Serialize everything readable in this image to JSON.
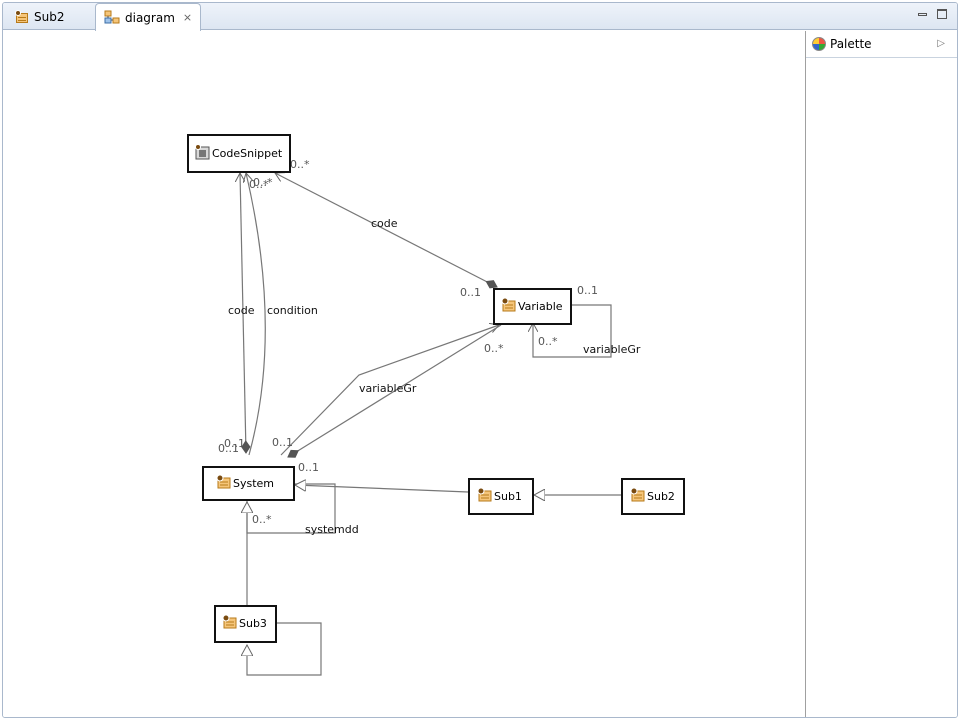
{
  "tabs": [
    {
      "label": "Sub2",
      "active": false
    },
    {
      "label": "diagram",
      "active": true,
      "closable": true
    }
  ],
  "palette": {
    "title": "Palette"
  },
  "diagram": {
    "classes": {
      "codesnippet": "CodeSnippet",
      "variable": "Variable",
      "system": "System",
      "sub1": "Sub1",
      "sub2": "Sub2",
      "sub3": "Sub3"
    },
    "labels": {
      "code_left": "code",
      "condition": "condition",
      "code_top": "code",
      "variableGr_self": "variableGr",
      "variableGr_sys": "variableGr",
      "systemdd": "systemdd",
      "m_cs_1": "0..*",
      "m_cs_2": "0..*",
      "m_cs_3": "0..*",
      "m_var_01a": "0..1",
      "m_var_01b": "0..1",
      "m_var_star_a": "0..*",
      "m_var_star_b": "0..*",
      "m_sys_01a": "0..1",
      "m_sys_01b": "0..1",
      "m_sys_01c": "0..1",
      "m_sys_01d": "0..1",
      "m_sys_star": "0..*"
    }
  }
}
